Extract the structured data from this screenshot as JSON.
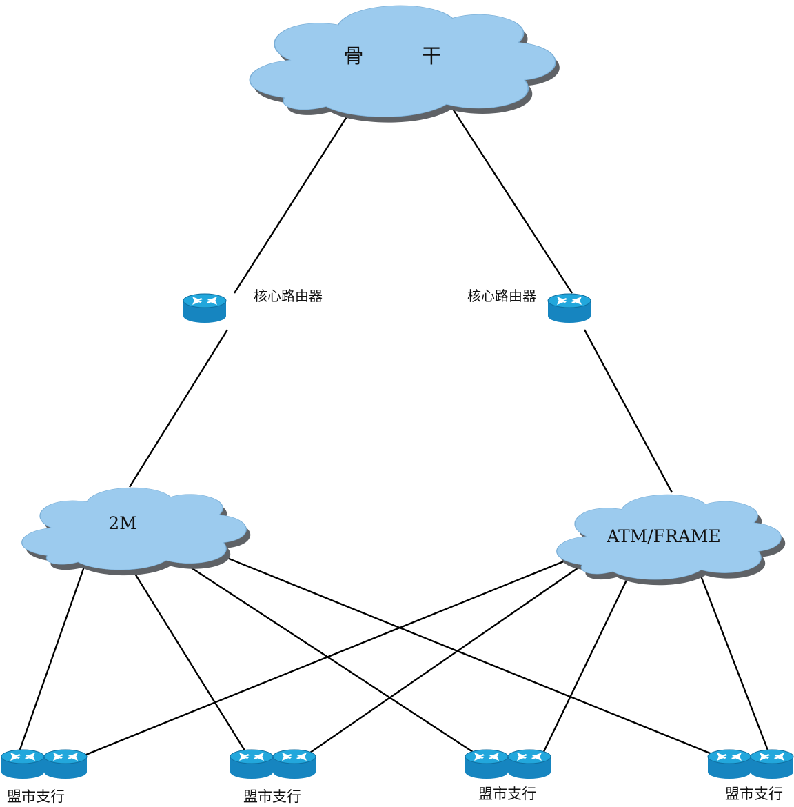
{
  "clouds": {
    "backbone": {
      "label_left": "骨",
      "label_right": "干"
    },
    "m2": {
      "label": "2M"
    },
    "atm": {
      "label": "ATM/FRAME"
    }
  },
  "core_routers": [
    {
      "label": "核心路由器"
    },
    {
      "label": "核心路由器"
    }
  ],
  "branches": [
    {
      "label": "盟市支行"
    },
    {
      "label": "盟市支行"
    },
    {
      "label": "盟市支行"
    },
    {
      "label": "盟市支行"
    }
  ],
  "colors": {
    "cloud_fill": "#9ccbee",
    "cloud_shadow": "#5f6266",
    "router_top": "#22a7dc",
    "router_side": "#1685c0",
    "link": "#000000"
  }
}
